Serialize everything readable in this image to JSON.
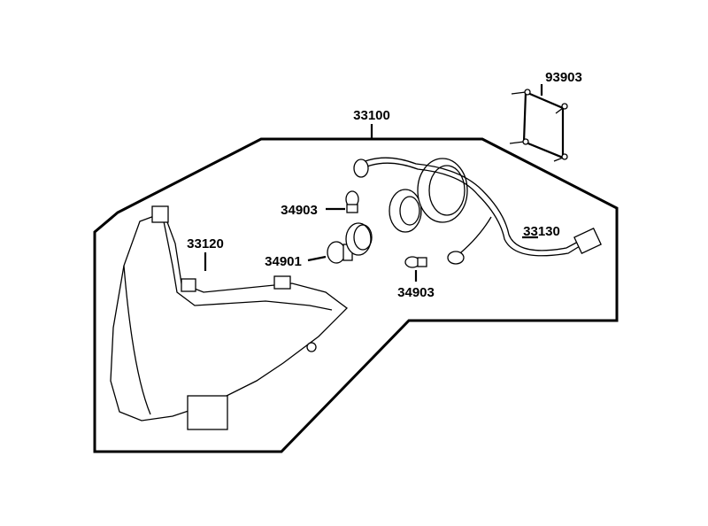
{
  "diagram": {
    "title": "Headlight assembly parts diagram",
    "labels": {
      "assembly": "33100",
      "screws": "93903",
      "bulb_upper": "34903",
      "housing": "33120",
      "bulb_main": "34901",
      "bulb_lower": "34903",
      "harness": "33130"
    }
  }
}
